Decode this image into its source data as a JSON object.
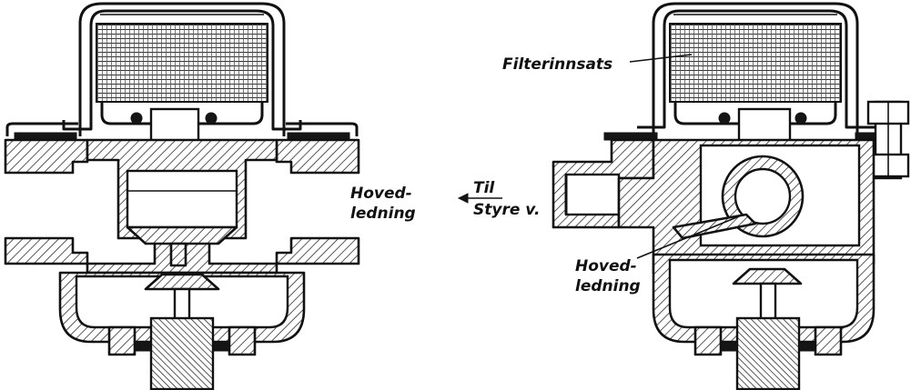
{
  "labels": {
    "left_main_line": [
      "Hoved-",
      "ledning"
    ],
    "to_control_valve": [
      "Til",
      "Styre v."
    ],
    "filter_insert": "Filterinnsats",
    "right_main_line": [
      "Hoved-",
      "ledning"
    ]
  }
}
